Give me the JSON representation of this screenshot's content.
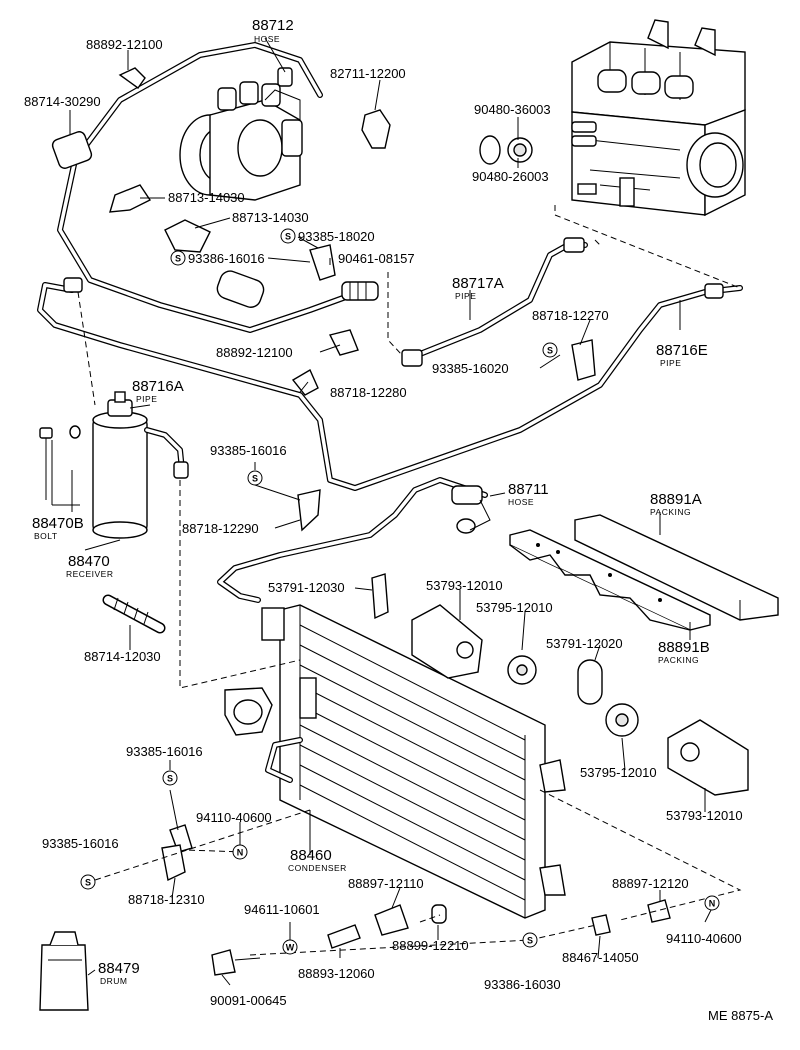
{
  "labels": {
    "p88712": "88712",
    "p88712_sub": "HOSE",
    "p88892_12100_top": "88892-12100",
    "p82711_12200": "82711-12200",
    "p88714_30290": "88714-30290",
    "p90480_36003": "90480-36003",
    "p90480_26003": "90480-26003",
    "p88713_14030_a": "88713-14030",
    "p88713_14030_b": "88713-14030",
    "p93385_18020": "93385-18020",
    "p93386_16016_top": "93386-16016",
    "p90461_08157": "90461-08157",
    "p88717A": "88717A",
    "p88717A_sub": "PIPE",
    "p88718_12270": "88718-12270",
    "p88716E": "88716E",
    "p88716E_sub": "PIPE",
    "p88892_12100_mid": "88892-12100",
    "p93385_16020": "93385-16020",
    "p88718_12280": "88718-12280",
    "p88716A": "88716A",
    "p88716A_sub": "PIPE",
    "p93385_16016_mid": "93385-16016",
    "p88711": "88711",
    "p88711_sub": "HOSE",
    "p88891A": "88891A",
    "p88891A_sub": "PACKING",
    "p88470B": "88470B",
    "p88470B_sub": "BOLT",
    "p88718_12290": "88718-12290",
    "p88470": "88470",
    "p88470_sub": "RECEIVER",
    "p53791_12030": "53791-12030",
    "p53793_12010_a": "53793-12010",
    "p53795_12010_a": "53795-12010",
    "p88891B": "88891B",
    "p88891B_sub": "PACKING",
    "p88714_12030": "88714-12030",
    "p53791_12020": "53791-12020",
    "p93385_16016_low": "93385-16016",
    "p53795_12010_b": "53795-12010",
    "p53793_12010_b": "53793-12010",
    "p94110_40600_a": "94110-40600",
    "p93385_16016_bot": "93385-16016",
    "p88460": "88460",
    "p88460_sub": "CONDENSER",
    "p88718_12310": "88718-12310",
    "p88897_12110": "88897-12110",
    "p88897_12120": "88897-12120",
    "p94611_10601": "94611-10601",
    "p88899_12210": "88899-12210",
    "p94110_40600_b": "94110-40600",
    "p88479": "88479",
    "p88479_sub": "DRUM",
    "p88893_12060": "88893-12060",
    "p88467_14050": "88467-14050",
    "p93386_16030": "93386-16030",
    "p90091_00645": "90091-00645",
    "ref": "ME 8875-A"
  },
  "symbols": {
    "s": "S",
    "n": "N",
    "w": "W"
  }
}
